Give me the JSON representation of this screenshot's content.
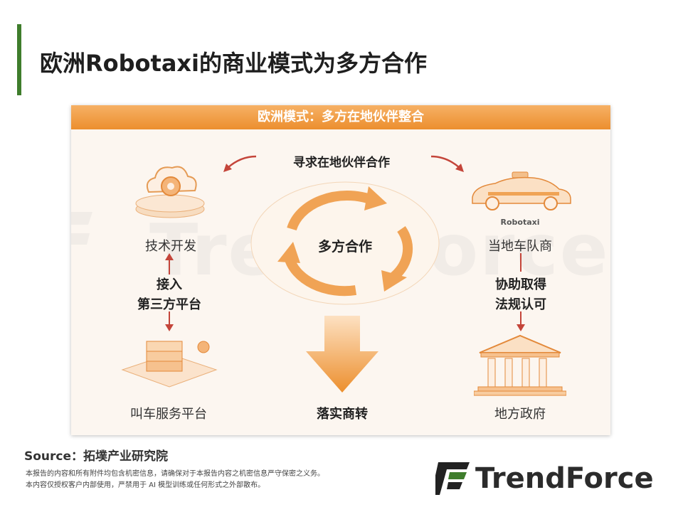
{
  "title": "欧洲Robotaxi的商业模式为多方合作",
  "panel": {
    "header": "欧洲模式：多方在地伙伴整合",
    "top_text": "寻求在地伙伴合作",
    "center_text": "多方合作",
    "bottom_center": "落实商转",
    "tech": "技术开发",
    "left_link": [
      "接入",
      "第三方平台"
    ],
    "ride": "叫车服务平台",
    "car_badge": "Robotaxi",
    "fleet": "当地车队商",
    "right_link": [
      "协助取得",
      "法规认可"
    ],
    "gov": "地方政府"
  },
  "watermark": "TrendForce",
  "source": "Source：拓墣产业研究院",
  "disclaimer": [
    "本报告的内容和所有附件均包含机密信息，请确保对于本报告内容之机密信息严守保密之义务。",
    "本内容仅授权客户内部使用，严禁用于 AI 模型训练或任何形式之外部散布。"
  ],
  "logo_text": "TrendForce",
  "colors": {
    "accent": "#3f7d2c",
    "orange": "#ec8f2e",
    "arrow_red": "#c4453a"
  }
}
